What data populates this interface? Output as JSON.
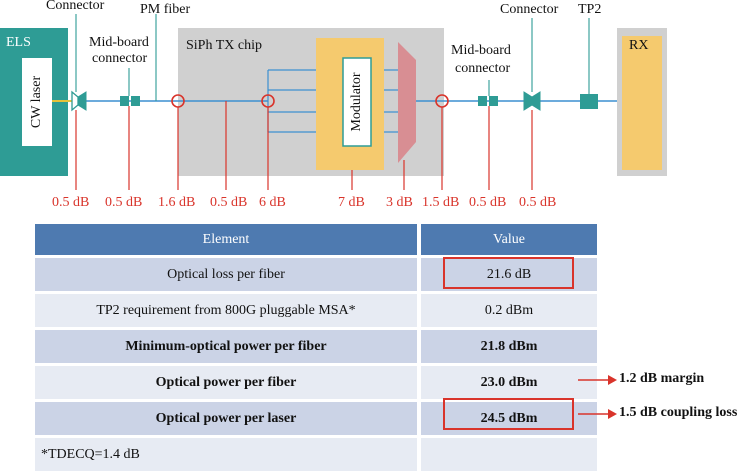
{
  "diagram": {
    "labels": {
      "connector_left": "Connector",
      "pm_fiber": "PM fiber",
      "connector_right": "Connector",
      "tp2": "TP2",
      "els": "ELS",
      "mid_board_left_1": "Mid-board",
      "mid_board_left_2": "connector",
      "siph_chip": "SiPh TX chip",
      "mid_board_right_1": "Mid-board",
      "mid_board_right_2": "connector",
      "rx": "RX",
      "cw_laser": "CW laser",
      "modulator": "Modulator"
    },
    "losses": [
      "0.5 dB",
      "0.5 dB",
      "1.6 dB",
      "0.5 dB",
      "6 dB",
      "7 dB",
      "3 dB",
      "1.5 dB",
      "0.5 dB",
      "0.5 dB"
    ],
    "colors": {
      "teal": "#2e9c95",
      "chip_gray": "#d0d0d0",
      "modulator_yellow": "#f5ca6e",
      "mux_pink": "#d88e93",
      "fiber_blue": "#3c8fd0",
      "loss_red": "#d9342b"
    }
  },
  "table": {
    "headers": [
      "Element",
      "Value"
    ],
    "rows": [
      {
        "element": "Optical loss per fiber",
        "value": "21.6 dB"
      },
      {
        "element": "TP2 requirement from 800G pluggable MSA*",
        "value": "0.2 dBm"
      },
      {
        "element": "Minimum-optical power per fiber",
        "value": "21.8 dBm"
      },
      {
        "element": "Optical power per fiber",
        "value": "23.0 dBm"
      },
      {
        "element": "Optical power per laser",
        "value": "24.5 dBm"
      },
      {
        "element": "*TDECQ=1.4 dB",
        "value": ""
      }
    ],
    "annotations": {
      "margin": "1.2 dB margin",
      "coupling_loss": "1.5 dB coupling loss"
    }
  }
}
